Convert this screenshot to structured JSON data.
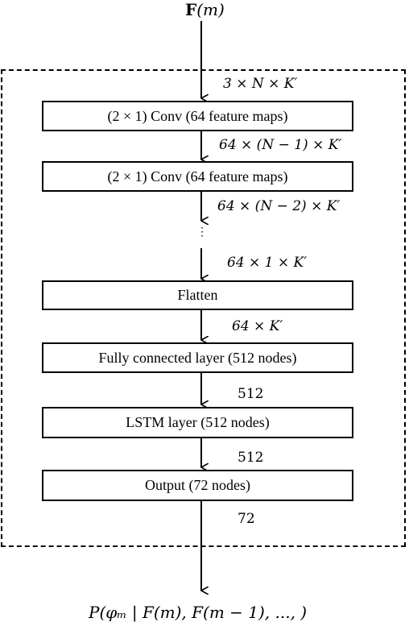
{
  "input": {
    "label": "F",
    "arg": "(m)"
  },
  "output": {
    "label": "P(φₘ | F(m), F(m − 1), ..., )"
  },
  "layers": [
    {
      "label": "(2 × 1) Conv (64 feature maps)"
    },
    {
      "label": "(2 × 1) Conv (64 feature maps)"
    },
    {
      "label": "Flatten"
    },
    {
      "label": "Fully connected layer (512 nodes)"
    },
    {
      "label": "LSTM layer (512 nodes)"
    },
    {
      "label": "Output (72 nodes)"
    }
  ],
  "dims": [
    "3 × N × K′",
    "64 × (N − 1) × K′",
    "64 × (N − 2) × K′",
    "64 × 1 × K′",
    "64 × K′",
    "512",
    "512",
    "72"
  ],
  "ellipsis": "⋮"
}
